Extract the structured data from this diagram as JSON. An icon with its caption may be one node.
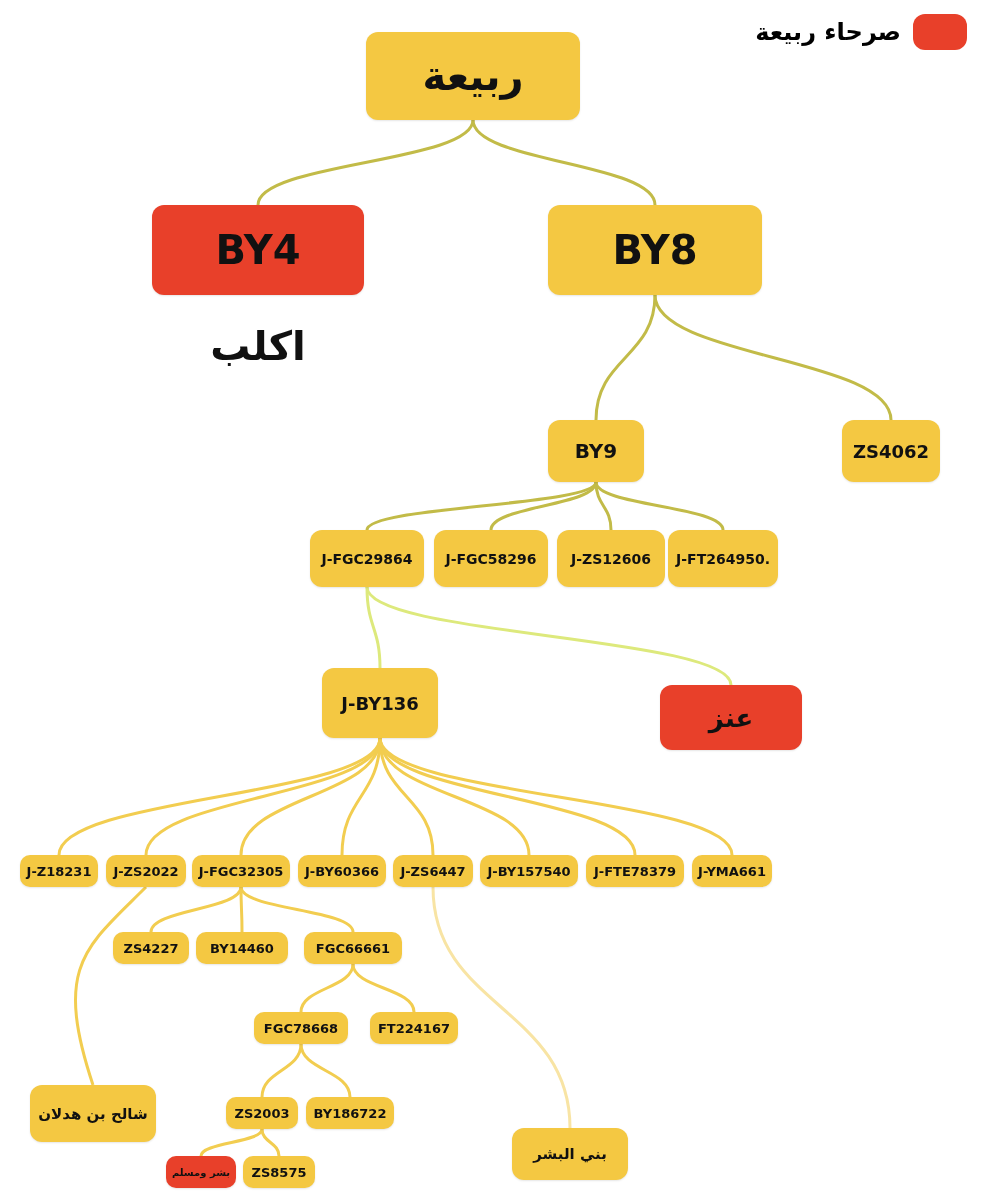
{
  "diagram": {
    "nodes": [
      {
        "text": [
          "ربيعة"
        ]
      },
      {
        "text": [
          "BY4"
        ],
        "beside": [
          "اكلب"
        ]
      },
      {
        "text": [
          "BY8"
        ]
      },
      {
        "text": [
          "BY9"
        ]
      },
      {
        "text": [
          "ZS4062"
        ]
      },
      {
        "text": [
          "J-FGC29864"
        ]
      },
      {
        "text": [
          "J-FGC58296"
        ]
      },
      {
        "text": [
          "J-ZS12606"
        ]
      },
      {
        "text": [
          "J-FT264950."
        ]
      },
      {
        "text": [
          "J-BY136"
        ]
      },
      {
        "text": [
          "عنز"
        ]
      },
      {
        "text": [
          "J-Z18231"
        ]
      },
      {
        "text": [
          "J-ZS2022"
        ]
      },
      {
        "text": [
          "J-FGC32305"
        ]
      },
      {
        "text": [
          "J-BY60366"
        ]
      },
      {
        "text": [
          "J-ZS6447"
        ]
      },
      {
        "text": [
          "J-BY157540"
        ]
      },
      {
        "text": [
          "J-FTE78379"
        ]
      },
      {
        "text": [
          "J-YMA661"
        ]
      },
      {
        "text": [
          "ZS4227"
        ]
      },
      {
        "text": [
          "BY14460"
        ]
      },
      {
        "text": [
          "FGC66661"
        ]
      },
      {
        "text": [
          "FGC78668"
        ]
      },
      {
        "text": [
          "FT224167"
        ]
      },
      {
        "text": [
          "شالح بن هدلان"
        ]
      },
      {
        "text": [
          "ZS2003"
        ]
      },
      {
        "text": [
          "BY186722"
        ]
      },
      {
        "text": [
          "بشر ومسلم"
        ]
      },
      {
        "text": [
          "ZS8575"
        ]
      },
      {
        "text": [
          "بني البشر"
        ]
      }
    ],
    "edges": [
      {
        "from": 0,
        "to": 1,
        "arrow": "none",
        "color": "#c2bb48"
      },
      {
        "from": 0,
        "to": 2,
        "arrow": "none",
        "color": "#c2bb48"
      },
      {
        "from": 2,
        "to": 3,
        "arrow": "none",
        "color": "#c2bb48"
      },
      {
        "from": 2,
        "to": 4,
        "arrow": "none",
        "color": "#c2bb48"
      },
      {
        "from": 3,
        "to": 5,
        "arrow": "none",
        "color": "#c2bb48"
      },
      {
        "from": 3,
        "to": 6,
        "arrow": "none",
        "color": "#c2bb48"
      },
      {
        "from": 3,
        "to": 7,
        "arrow": "none",
        "color": "#c2bb48"
      },
      {
        "from": 3,
        "to": 8,
        "arrow": "none",
        "color": "#c2bb48"
      },
      {
        "from": 5,
        "to": 9,
        "arrow": "none",
        "color": "#dde97c"
      },
      {
        "from": 5,
        "to": 10,
        "arrow": "none",
        "color": "#dde97c"
      },
      {
        "from": 9,
        "to": 11,
        "arrow": "none"
      },
      {
        "from": 9,
        "to": 12,
        "arrow": "none"
      },
      {
        "from": 9,
        "to": 13,
        "arrow": "none"
      },
      {
        "from": 9,
        "to": 14,
        "arrow": "none"
      },
      {
        "from": 9,
        "to": 15,
        "arrow": "none"
      },
      {
        "from": 9,
        "to": 16,
        "arrow": "none"
      },
      {
        "from": 9,
        "to": 17,
        "arrow": "none"
      },
      {
        "from": 9,
        "to": 18,
        "arrow": "none"
      },
      {
        "from": 13,
        "to": 19,
        "arrow": "none"
      },
      {
        "from": 13,
        "to": 20,
        "arrow": "none"
      },
      {
        "from": 13,
        "to": 21,
        "arrow": "none"
      },
      {
        "from": 21,
        "to": 22,
        "arrow": "none"
      },
      {
        "from": 21,
        "to": 23,
        "arrow": "none"
      },
      {
        "from": 12,
        "to": 24,
        "arrow": "none"
      },
      {
        "from": 22,
        "to": 25,
        "arrow": "none"
      },
      {
        "from": 22,
        "to": 26,
        "arrow": "none"
      },
      {
        "from": 25,
        "to": 27,
        "arrow": "none"
      },
      {
        "from": 25,
        "to": 28,
        "arrow": "none"
      },
      {
        "from": 15,
        "to": 29,
        "arrow": "none",
        "color": "#f8e4a4"
      }
    ],
    "legend": [
      {
        "text": "صرحاء ربيعة",
        "color": "#e8402a"
      }
    ]
  }
}
